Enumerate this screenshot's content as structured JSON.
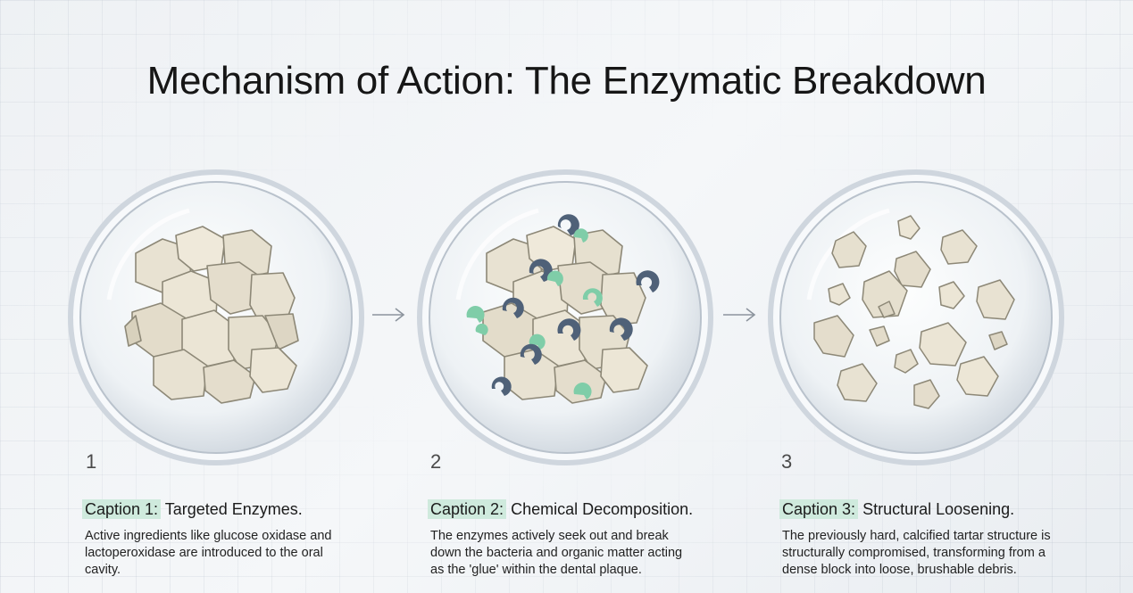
{
  "title": "Mechanism of Action: The Enzymatic Breakdown",
  "steps": [
    {
      "number": "1",
      "caption_label": "Caption 1:",
      "caption_text": " Targeted Enzymes.",
      "description": "Active ingredients like glucose oxidase and lactoperoxidase are introduced to the oral cavity."
    },
    {
      "number": "2",
      "caption_label": "Caption 2:",
      "caption_text": " Chemical Decomposition.",
      "description": "The enzymes actively seek out and break down the bacteria and organic matter acting as the 'glue' within the dental plaque."
    },
    {
      "number": "3",
      "caption_label": "Caption 3:",
      "caption_text": " Structural Loosening.",
      "description": "The previously hard, calcified tartar structure is structurally compromised, transforming from a dense block into loose, brushable debris."
    }
  ],
  "colors": {
    "highlight": "#cfeadd",
    "enzyme_dark": "#4f6178",
    "enzyme_light": "#7fcda8",
    "tartar": "#e6e0cf"
  },
  "icons": [
    "petri-dish-icon",
    "arrow-right-icon",
    "tartar-block-icon",
    "enzyme-icon",
    "debris-icon"
  ]
}
